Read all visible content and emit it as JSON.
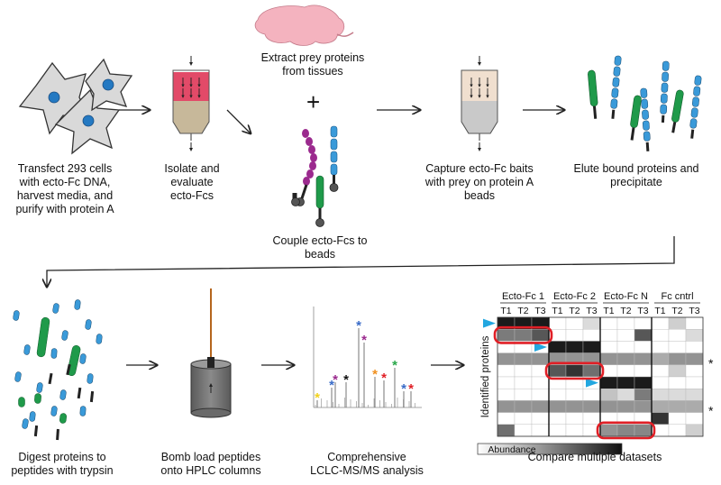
{
  "steps": {
    "transfect": "Transfect 293 cells\nwith ecto-Fc DNA,\nharvest media, and\npurify with protein A",
    "isolate": "Isolate and\nevaluate\necto-Fcs",
    "extract": "Extract prey proteins\nfrom tissues",
    "couple": "Couple ecto-Fcs to\nbeads",
    "capture": "Capture ecto-Fc baits\nwith prey on protein A\nbeads",
    "elute": "Elute bound proteins and\nprecipitate",
    "digest": "Digest proteins to\npeptides with trypsin",
    "bomb": "Bomb load peptides\nonto HPLC columns",
    "comprehensive": "Comprehensive\nLCLC-MS/MS analysis",
    "compare": "Compare multiple datasets"
  },
  "plus_sign": "+",
  "heatmap": {
    "groups": [
      "Ecto-Fc 1",
      "Ecto-Fc 2",
      "Ecto-Fc N",
      "Fc cntrl"
    ],
    "columns": [
      "T1",
      "T2",
      "T3"
    ],
    "row_axis_label": "Identified proteins",
    "legend_label": "Abundance",
    "asterisk": "*",
    "cells": [
      [
        0.95,
        0.95,
        0.95,
        0,
        0,
        0.15,
        0,
        0,
        0,
        0,
        0.2,
        0
      ],
      [
        0.55,
        0.55,
        0.7,
        0,
        0,
        0,
        0,
        0,
        0.7,
        0,
        0,
        0.15
      ],
      [
        0,
        0,
        0,
        0.95,
        0.95,
        0.95,
        0,
        0,
        0,
        0,
        0,
        0
      ],
      [
        0.45,
        0.45,
        0.45,
        0.45,
        0.45,
        0.45,
        0.45,
        0.45,
        0.45,
        0.35,
        0.45,
        0.45
      ],
      [
        0,
        0,
        0,
        0.7,
        0.85,
        0.6,
        0,
        0,
        0,
        0,
        0.2,
        0
      ],
      [
        0,
        0,
        0,
        0,
        0,
        0,
        0.95,
        0.95,
        0.95,
        0,
        0,
        0
      ],
      [
        0,
        0,
        0,
        0,
        0,
        0,
        0.25,
        0.15,
        0.55,
        0.15,
        0.15,
        0.15
      ],
      [
        0.45,
        0.45,
        0.45,
        0.45,
        0.45,
        0.45,
        0.45,
        0.45,
        0.45,
        0.35,
        0.35,
        0.35
      ],
      [
        0,
        0,
        0,
        0,
        0,
        0,
        0,
        0,
        0,
        0.85,
        0,
        0
      ],
      [
        0.6,
        0,
        0,
        0,
        0,
        0,
        0.45,
        0.5,
        0.5,
        0,
        0,
        0.2
      ]
    ],
    "starred_rows": [
      3,
      7
    ],
    "bait_rows": [
      0,
      2,
      5
    ],
    "red_outlines": [
      {
        "row": 1,
        "group": 0
      },
      {
        "row": 4,
        "group": 1
      },
      {
        "row": 9,
        "group": 2
      }
    ]
  },
  "colors": {
    "cell_blue": "#2479c2",
    "ecto_green": "#1f9a4a",
    "ecto_blue": "#3a9ad9",
    "magenta": "#9b2a8e",
    "highlight_red": "#e01f26",
    "arrow_cyan": "#22a7e0"
  }
}
